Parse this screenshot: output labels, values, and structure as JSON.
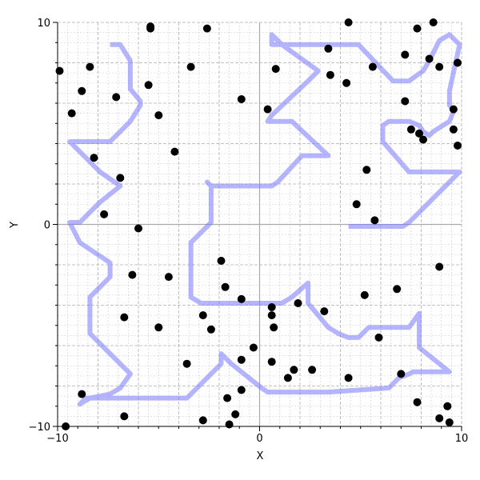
{
  "chart_data": {
    "type": "scatter",
    "title": "",
    "xlabel": "X",
    "ylabel": "Y",
    "xlim": [
      -10,
      10
    ],
    "ylim": [
      -10,
      10
    ],
    "x_ticks": [
      -10,
      0,
      10
    ],
    "y_ticks": [
      -10,
      0,
      10
    ],
    "x_tick_labels": [
      "−10",
      "0",
      "10"
    ],
    "y_tick_labels": [
      "−10",
      "0",
      "10"
    ],
    "grid": true,
    "minor_grid": true,
    "legend": "none",
    "colors": {
      "path": "#7777ff",
      "points": "#000000",
      "grid_major": "#b0b0b0",
      "grid_minor": "#cccccc",
      "zero_lines": "#aaaaaa"
    },
    "path": [
      [
        -7.4,
        8.9
      ],
      [
        -6.9,
        8.9
      ],
      [
        -6.4,
        8.1
      ],
      [
        -6.4,
        6.7
      ],
      [
        -5.9,
        6.1
      ],
      [
        -5.9,
        5.9
      ],
      [
        -6.4,
        5.1
      ],
      [
        -7.4,
        4.1
      ],
      [
        -9.4,
        4.1
      ],
      [
        -8.4,
        3.1
      ],
      [
        -7.9,
        2.6
      ],
      [
        -6.9,
        1.9
      ],
      [
        -7.9,
        1.1
      ],
      [
        -8.4,
        0.6
      ],
      [
        -8.9,
        0.1
      ],
      [
        -9.4,
        0.1
      ],
      [
        -8.9,
        -0.9
      ],
      [
        -7.4,
        -1.9
      ],
      [
        -7.4,
        -2.6
      ],
      [
        -8.4,
        -3.6
      ],
      [
        -8.4,
        -5.4
      ],
      [
        -7.4,
        -6.4
      ],
      [
        -6.4,
        -7.4
      ],
      [
        -6.9,
        -8.1
      ],
      [
        -7.4,
        -8.4
      ],
      [
        -8.4,
        -8.6
      ],
      [
        -8.6,
        -8.6
      ],
      [
        -8.9,
        -8.9
      ],
      [
        -8.4,
        -8.6
      ],
      [
        -3.6,
        -8.6
      ],
      [
        -1.9,
        -6.9
      ],
      [
        -1.9,
        -6.4
      ],
      [
        -1.4,
        -6.9
      ],
      [
        0.1,
        -8.1
      ],
      [
        0.4,
        -8.3
      ],
      [
        3.4,
        -8.3
      ],
      [
        6.4,
        -8.1
      ],
      [
        6.9,
        -7.6
      ],
      [
        7.4,
        -7.4
      ],
      [
        7.6,
        -7.3
      ],
      [
        9.4,
        -7.3
      ],
      [
        8.9,
        -6.9
      ],
      [
        7.9,
        -6.1
      ],
      [
        7.9,
        -4.4
      ],
      [
        7.4,
        -5.1
      ],
      [
        5.4,
        -5.1
      ],
      [
        4.9,
        -5.6
      ],
      [
        4.4,
        -5.6
      ],
      [
        3.9,
        -5.4
      ],
      [
        3.4,
        -5.1
      ],
      [
        2.4,
        -3.9
      ],
      [
        2.4,
        -2.9
      ],
      [
        1.6,
        -3.6
      ],
      [
        1.1,
        -3.9
      ],
      [
        0.6,
        -3.9
      ],
      [
        0.4,
        -3.9
      ],
      [
        0.1,
        -3.9
      ],
      [
        -0.9,
        -3.9
      ],
      [
        -2.6,
        -3.9
      ],
      [
        -2.9,
        -3.9
      ],
      [
        -3.4,
        -3.6
      ],
      [
        -3.4,
        -0.9
      ],
      [
        -2.4,
        0.1
      ],
      [
        -2.4,
        1.9
      ],
      [
        -2.6,
        2.1
      ],
      [
        -2.4,
        1.9
      ],
      [
        0.6,
        1.9
      ],
      [
        0.9,
        2.1
      ],
      [
        2.1,
        3.4
      ],
      [
        2.9,
        3.4
      ],
      [
        3.4,
        3.4
      ],
      [
        1.6,
        5.1
      ],
      [
        0.6,
        5.1
      ],
      [
        0.4,
        5.1
      ],
      [
        0.6,
        5.4
      ],
      [
        2.4,
        7.1
      ],
      [
        2.9,
        7.6
      ],
      [
        1.1,
        8.9
      ],
      [
        0.6,
        9.4
      ],
      [
        0.6,
        8.9
      ],
      [
        4.9,
        8.9
      ],
      [
        6.6,
        7.1
      ],
      [
        7.4,
        7.1
      ],
      [
        8.1,
        7.6
      ],
      [
        8.4,
        8.1
      ],
      [
        8.9,
        9.1
      ],
      [
        9.4,
        9.4
      ],
      [
        9.9,
        8.9
      ],
      [
        9.4,
        6.6
      ],
      [
        9.4,
        5.9
      ],
      [
        9.6,
        5.6
      ],
      [
        9.4,
        5.1
      ],
      [
        8.6,
        4.6
      ],
      [
        8.4,
        4.4
      ],
      [
        8.1,
        4.6
      ],
      [
        7.9,
        4.9
      ],
      [
        7.4,
        5.1
      ],
      [
        6.4,
        5.1
      ],
      [
        6.1,
        4.9
      ],
      [
        6.1,
        4.1
      ],
      [
        7.4,
        2.6
      ],
      [
        9.9,
        2.6
      ],
      [
        7.4,
        0.1
      ],
      [
        7.1,
        -0.1
      ],
      [
        4.4,
        -0.1
      ]
    ],
    "points": [
      [
        -9.9,
        7.6
      ],
      [
        -9.6,
        -10.0
      ],
      [
        -9.3,
        5.5
      ],
      [
        -8.8,
        6.6
      ],
      [
        -8.4,
        7.8
      ],
      [
        -8.2,
        3.3
      ],
      [
        -8.8,
        -8.4
      ],
      [
        -7.7,
        0.5
      ],
      [
        -7.1,
        6.3
      ],
      [
        -6.9,
        2.3
      ],
      [
        -6.7,
        -4.6
      ],
      [
        -6.7,
        -9.5
      ],
      [
        -6.3,
        -2.5
      ],
      [
        -6.0,
        -0.2
      ],
      [
        -5.4,
        9.8
      ],
      [
        -5.4,
        9.7
      ],
      [
        -5.5,
        6.9
      ],
      [
        -5.0,
        5.4
      ],
      [
        -5.0,
        -5.1
      ],
      [
        -4.5,
        -2.6
      ],
      [
        -4.2,
        3.6
      ],
      [
        -3.6,
        -6.9
      ],
      [
        -3.4,
        7.8
      ],
      [
        -2.8,
        -4.5
      ],
      [
        -2.8,
        -9.7
      ],
      [
        -2.6,
        9.7
      ],
      [
        -2.4,
        -5.2
      ],
      [
        -1.9,
        -1.8
      ],
      [
        -1.7,
        -3.1
      ],
      [
        -1.6,
        -8.6
      ],
      [
        -1.5,
        -9.9
      ],
      [
        -1.2,
        -9.4
      ],
      [
        -0.9,
        6.2
      ],
      [
        -0.9,
        -3.7
      ],
      [
        -0.9,
        -6.7
      ],
      [
        -0.9,
        -8.2
      ],
      [
        -0.3,
        -6.1
      ],
      [
        0.4,
        5.7
      ],
      [
        0.6,
        -4.1
      ],
      [
        0.6,
        -4.5
      ],
      [
        0.6,
        -6.8
      ],
      [
        0.7,
        -5.1
      ],
      [
        0.8,
        7.7
      ],
      [
        1.4,
        -7.6
      ],
      [
        1.7,
        -7.2
      ],
      [
        1.9,
        -3.9
      ],
      [
        2.6,
        -7.2
      ],
      [
        3.2,
        -4.3
      ],
      [
        3.4,
        8.7
      ],
      [
        3.5,
        7.4
      ],
      [
        4.3,
        7.0
      ],
      [
        4.4,
        10.0
      ],
      [
        4.4,
        -7.6
      ],
      [
        4.8,
        1.0
      ],
      [
        5.2,
        -3.5
      ],
      [
        5.3,
        2.7
      ],
      [
        5.6,
        7.8
      ],
      [
        5.7,
        0.2
      ],
      [
        5.9,
        -5.6
      ],
      [
        6.8,
        -3.2
      ],
      [
        7.0,
        -7.4
      ],
      [
        7.2,
        6.1
      ],
      [
        7.2,
        8.4
      ],
      [
        7.5,
        4.7
      ],
      [
        7.8,
        9.7
      ],
      [
        7.8,
        -8.8
      ],
      [
        7.9,
        4.5
      ],
      [
        8.1,
        4.2
      ],
      [
        8.4,
        8.2
      ],
      [
        8.6,
        10.0
      ],
      [
        8.9,
        7.8
      ],
      [
        8.9,
        -2.1
      ],
      [
        8.9,
        -9.6
      ],
      [
        9.3,
        -9.0
      ],
      [
        9.4,
        -9.8
      ],
      [
        9.6,
        5.7
      ],
      [
        9.6,
        4.7
      ],
      [
        9.8,
        8.0
      ],
      [
        9.8,
        3.9
      ]
    ]
  }
}
